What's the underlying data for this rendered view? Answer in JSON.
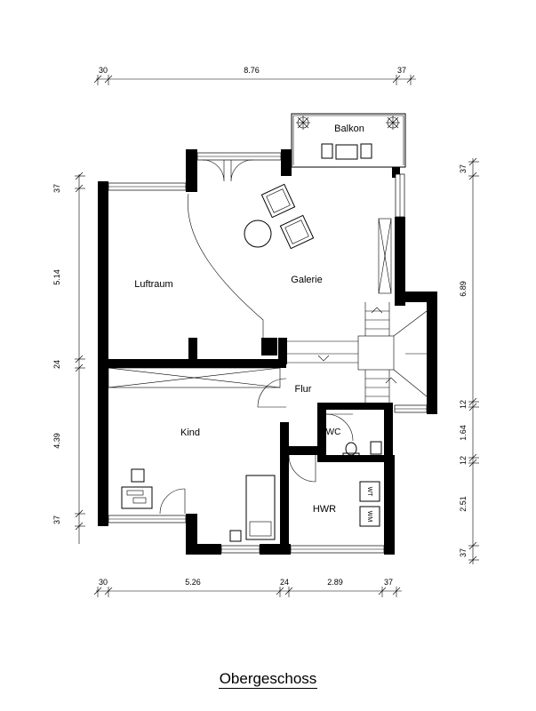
{
  "title": "Obergeschoss",
  "rooms": {
    "balkon": "Balkon",
    "luftraum": "Luftraum",
    "galerie": "Galerie",
    "flur": "Flur",
    "kind": "Kind",
    "wc": "WC",
    "hwr": "HWR"
  },
  "fixtures": {
    "wt": "WT",
    "wm": "WM"
  },
  "dimensions": {
    "top": [
      "30",
      "8.76",
      "37"
    ],
    "bottom": [
      "30",
      "5.26",
      "24",
      "2.89",
      "37"
    ],
    "left": [
      "37",
      "5.14",
      "24",
      "4.39",
      "37"
    ],
    "right": [
      "37",
      "6.89",
      "12",
      "1.64",
      "12",
      "2.51",
      "37"
    ]
  }
}
